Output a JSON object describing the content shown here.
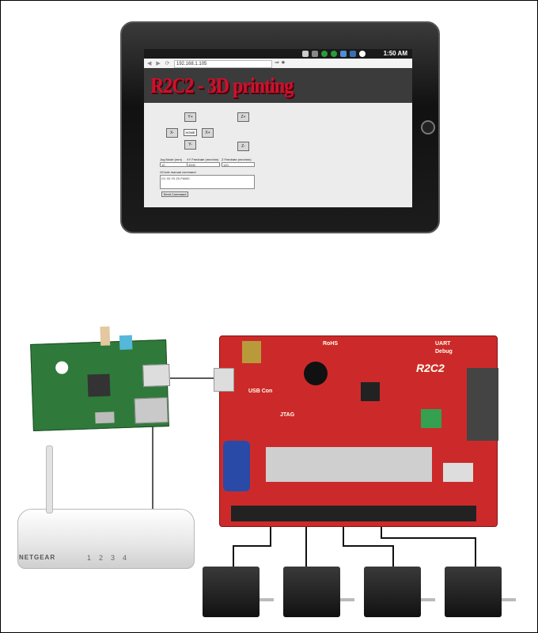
{
  "tablet": {
    "statusbar": {
      "time": "1:50 AM"
    },
    "browser": {
      "url": "192.168.1.105",
      "back_icon": "back-arrow-icon",
      "forward_icon": "forward-arrow-icon",
      "go_icon": "go-icon"
    },
    "page": {
      "title": "R2C2 - 3D printing",
      "jog": {
        "y_plus": "Y+",
        "y_minus": "Y-",
        "x_minus": "X-",
        "x_plus": "X+",
        "home": "HOME",
        "z_plus": "Z+",
        "z_minus": "Z-"
      },
      "fields": {
        "jog_mode_label": "Jog Mode (mm)",
        "jog_mode_value": "10",
        "xy_feedrate_label": "XY Feedrate (mm/min)",
        "xy_feedrate_value": "4000",
        "z_feedrate_label": "Z Feedrate (mm/min)",
        "z_feedrate_value": "120"
      },
      "gcode": {
        "label": "GCode manual command",
        "value": "G1 X0 Y0 Z0 F6000"
      },
      "send_button": "Send Command"
    }
  },
  "router": {
    "brand": "NETGEAR",
    "ports": [
      "1",
      "2",
      "3",
      "4"
    ]
  },
  "board": {
    "rohs": "RoHS",
    "uart": "UART",
    "debug": "Debug",
    "logo": "R2C2",
    "usb": "USB Con",
    "jtag": "JTAG"
  },
  "motors": [
    {
      "name": "stepper-motor-1"
    },
    {
      "name": "stepper-motor-2"
    },
    {
      "name": "stepper-motor-3"
    },
    {
      "name": "stepper-motor-4"
    }
  ],
  "colors": {
    "banner_text": "#d0102c",
    "board": "#cc2a2a",
    "pcb_green": "#2f7a3a"
  }
}
